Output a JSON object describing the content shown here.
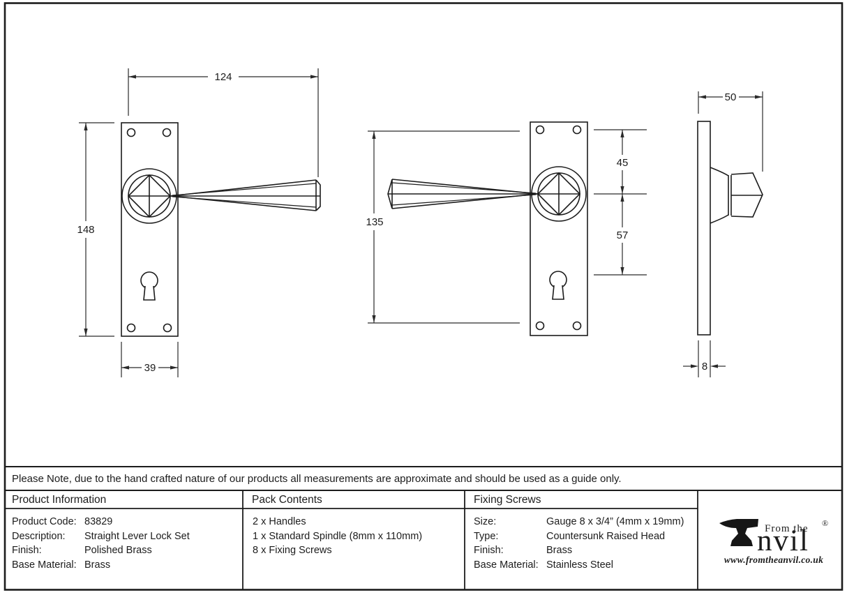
{
  "sheet": {
    "note": "Please Note, due to the hand crafted nature of our products all measurements are approximate and should be used as a guide only."
  },
  "drawing": {
    "front_view": {
      "overall_width": "124",
      "plate_height": "148",
      "plate_width": "39"
    },
    "reverse_view": {
      "lever_span_height": "135",
      "centre_to_top": "45",
      "centre_to_keyhole": "57"
    },
    "side_view": {
      "projection": "50",
      "plate_thickness": "8"
    }
  },
  "table": {
    "product_information": {
      "title": "Product Information",
      "rows": [
        {
          "label": "Product Code:",
          "value": "83829"
        },
        {
          "label": "Description:",
          "value": "Straight Lever Lock Set"
        },
        {
          "label": "Finish:",
          "value": "Polished Brass"
        },
        {
          "label": "Base Material:",
          "value": "Brass"
        }
      ]
    },
    "pack_contents": {
      "title": "Pack Contents",
      "items": [
        "2 x Handles",
        "1 x Standard Spindle (8mm x 110mm)",
        "8 x Fixing Screws"
      ]
    },
    "fixing_screws": {
      "title": "Fixing Screws",
      "rows": [
        {
          "label": "Size:",
          "value": "Gauge 8 x 3/4” (4mm x 19mm)"
        },
        {
          "label": "Type:",
          "value": "Countersunk Raised Head"
        },
        {
          "label": "Finish:",
          "value": "Brass"
        },
        {
          "label": "Base Material:",
          "value": "Stainless Steel"
        }
      ]
    }
  },
  "logo": {
    "prefix": "From the",
    "name_suffix": "nvil",
    "registered": "®",
    "website": "www.fromtheanvil.co.uk"
  }
}
